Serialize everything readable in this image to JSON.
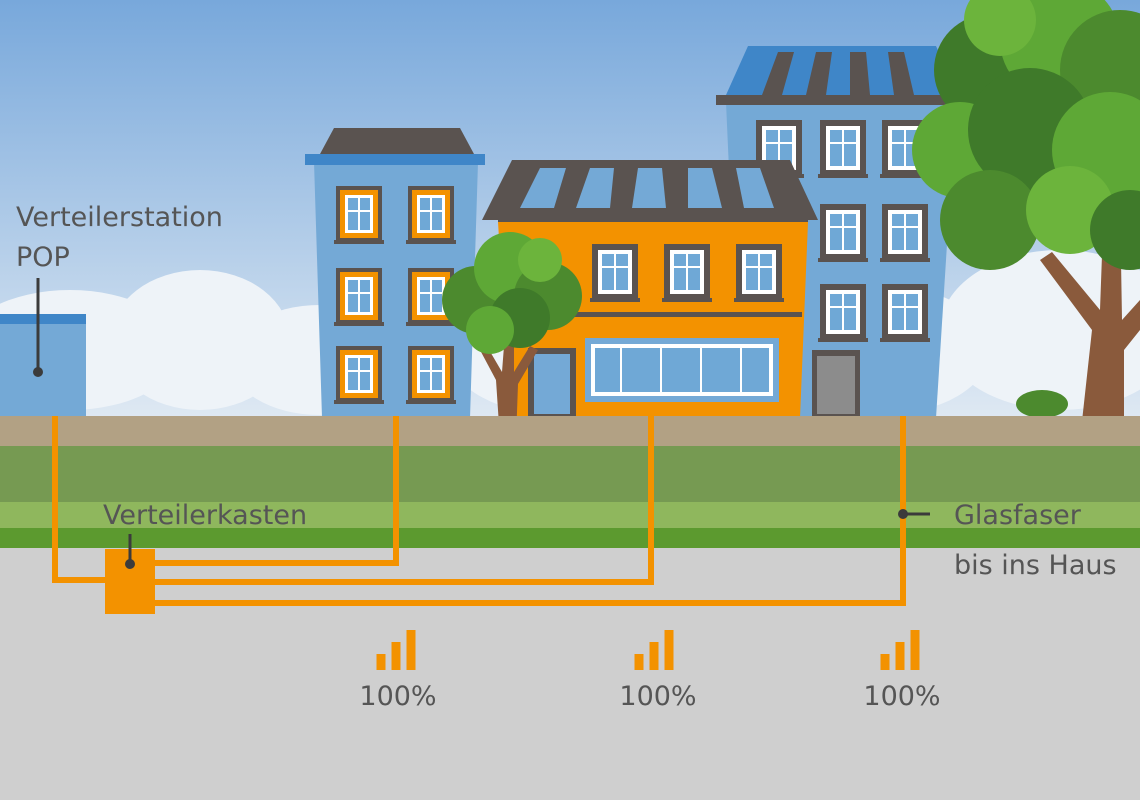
{
  "labels": {
    "pop_line1": "Verteilerstation",
    "pop_line2": "POP",
    "cabinet": "Verteilerkasten",
    "fiber_line1": "Glasfaser",
    "fiber_line2": "bis ins Haus"
  },
  "signals": [
    {
      "value": "100%",
      "bars": 3,
      "level": 1.0
    },
    {
      "value": "100%",
      "bars": 3,
      "level": 1.0
    },
    {
      "value": "100%",
      "bars": 3,
      "level": 1.0
    }
  ],
  "colors": {
    "sky_top": "#78a8db",
    "sky_bottom": "#dfe9f3",
    "fiber": "#f39200",
    "building_blue": "#74a9d6",
    "building_orange": "#f39200",
    "roof": "#5a5350",
    "sidewalk": "#b2a184",
    "grass_dark": "#769a52",
    "grass_light": "#8fb75d",
    "grass_strip": "#5c9a2f",
    "road": "#cfcfcf",
    "text": "#555555",
    "pointer": "#3b3b3b"
  },
  "icons": {
    "signal": "signal-bars-icon",
    "tree": "tree-icon"
  }
}
